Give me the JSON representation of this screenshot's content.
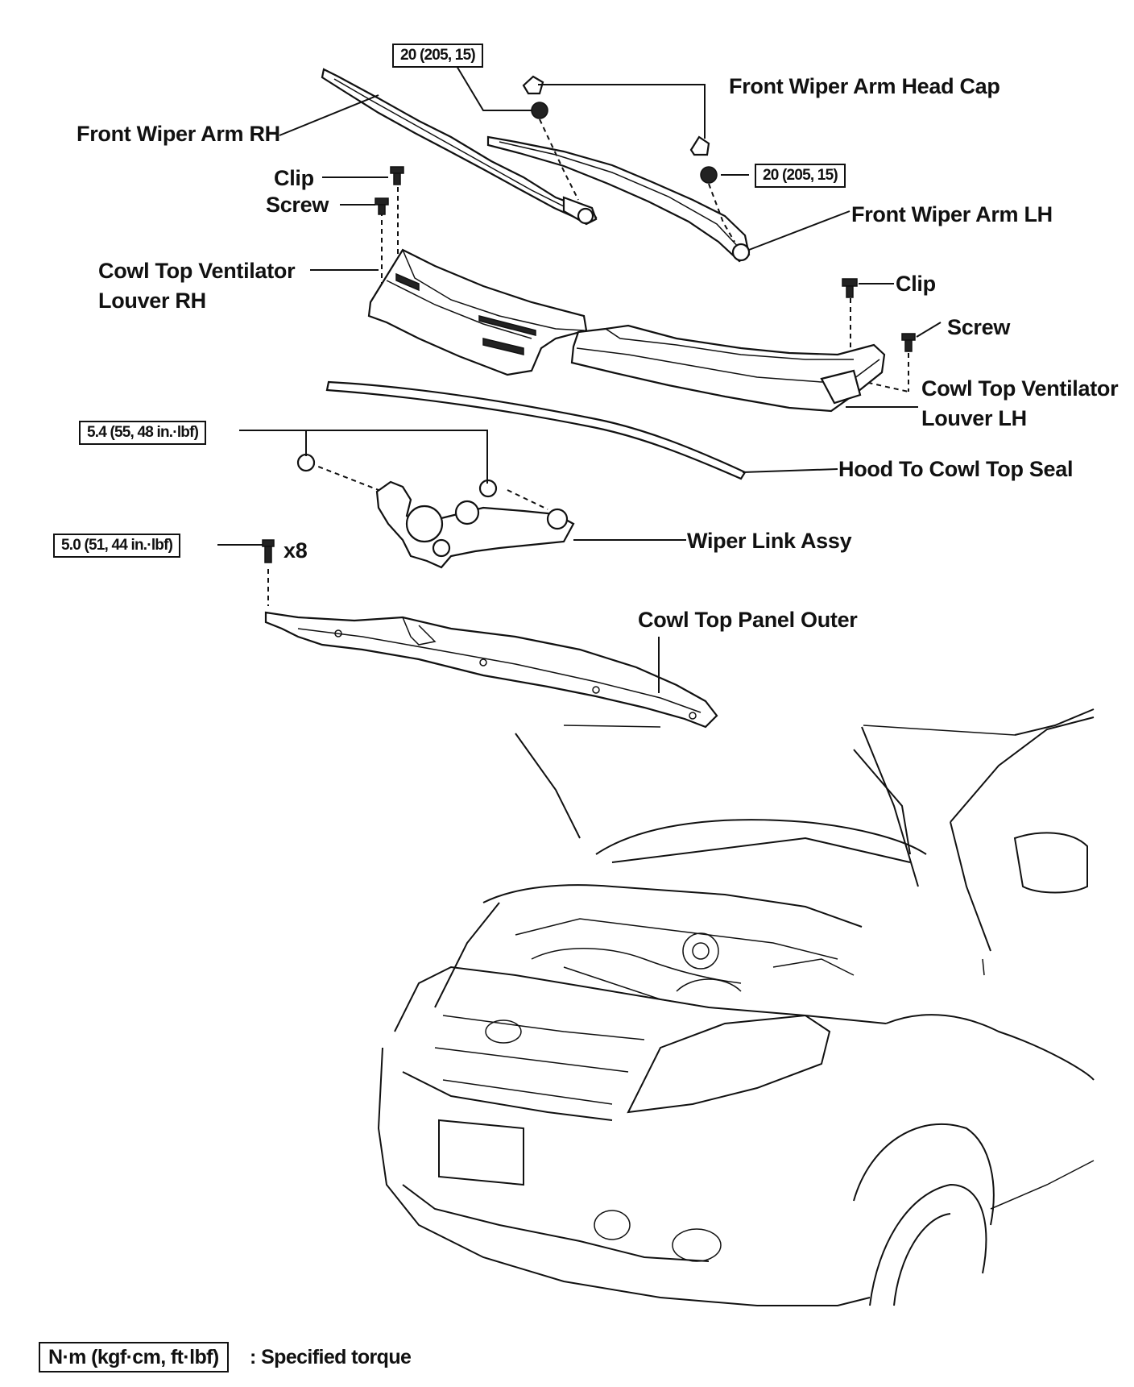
{
  "labels": {
    "wiper_arm_rh": "Front Wiper Arm RH",
    "head_cap": "Front Wiper Arm Head Cap",
    "clip_rh": "Clip",
    "screw_rh": "Screw",
    "wiper_arm_lh": "Front Wiper Arm LH",
    "louver_rh_line1": "Cowl Top Ventilator",
    "louver_rh_line2": "Louver RH",
    "clip_lh": "Clip",
    "screw_lh": "Screw",
    "louver_lh_line1": "Cowl Top Ventilator",
    "louver_lh_line2": "Louver LH",
    "hood_seal": "Hood To Cowl Top Seal",
    "wiper_link": "Wiper Link Assy",
    "cowl_panel": "Cowl Top Panel Outer",
    "bolt_qty": "x8"
  },
  "torques": {
    "wiper_arm_rh_nut": "20 (205, 15)",
    "wiper_arm_lh_nut": "20 (205, 15)",
    "wiper_link_bolt": "5.4 (55, 48 in.·lbf)",
    "cowl_panel_bolt": "5.0 (51, 44 in.·lbf)"
  },
  "legend": {
    "unit_box": "N·m (kgf·cm, ft·lbf)",
    "description": ": Specified torque"
  }
}
